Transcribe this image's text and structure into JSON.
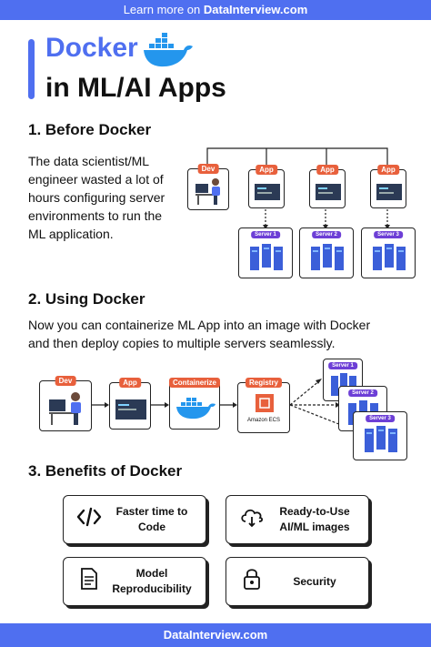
{
  "top_bar": {
    "prefix": "Learn more on ",
    "link": "DataInterview.com"
  },
  "header": {
    "title_line1": "Docker",
    "title_line2": "in ML/AI Apps"
  },
  "section1": {
    "heading": "1. Before Docker",
    "body": "The data scientist/ML engineer wasted a lot of hours configuring server environments to run the ML application.",
    "dev_label": "Dev",
    "app_labels": [
      "App",
      "App",
      "App"
    ],
    "server_labels": [
      "Server 1",
      "Server 2",
      "Server 3"
    ]
  },
  "section2": {
    "heading": "2. Using Docker",
    "body": "Now you can containerize ML App into an image with Docker and then deploy copies to multiple servers seamlessly.",
    "dev_label": "Dev",
    "app_label": "App",
    "containerize_label": "Containerize",
    "registry_label": "Registry",
    "registry_service": "Amazon ECS",
    "server_labels": [
      "Server 1",
      "Server 2",
      "Server 3"
    ]
  },
  "section3": {
    "heading": "3. Benefits of Docker",
    "benefits": [
      {
        "label": "Faster time to Code",
        "icon": "code-icon"
      },
      {
        "label": "Ready-to-Use AI/ML images",
        "icon": "cloud-download-icon"
      },
      {
        "label": "Model Reproducibility",
        "icon": "document-icon"
      },
      {
        "label": "Security",
        "icon": "lock-icon"
      }
    ]
  },
  "footer": {
    "text": "DataInterview.com"
  },
  "colors": {
    "accent": "#4f6ff0",
    "tag_orange": "#e8603c",
    "tag_purple": "#6d3fd6",
    "docker_blue": "#2496ed"
  }
}
